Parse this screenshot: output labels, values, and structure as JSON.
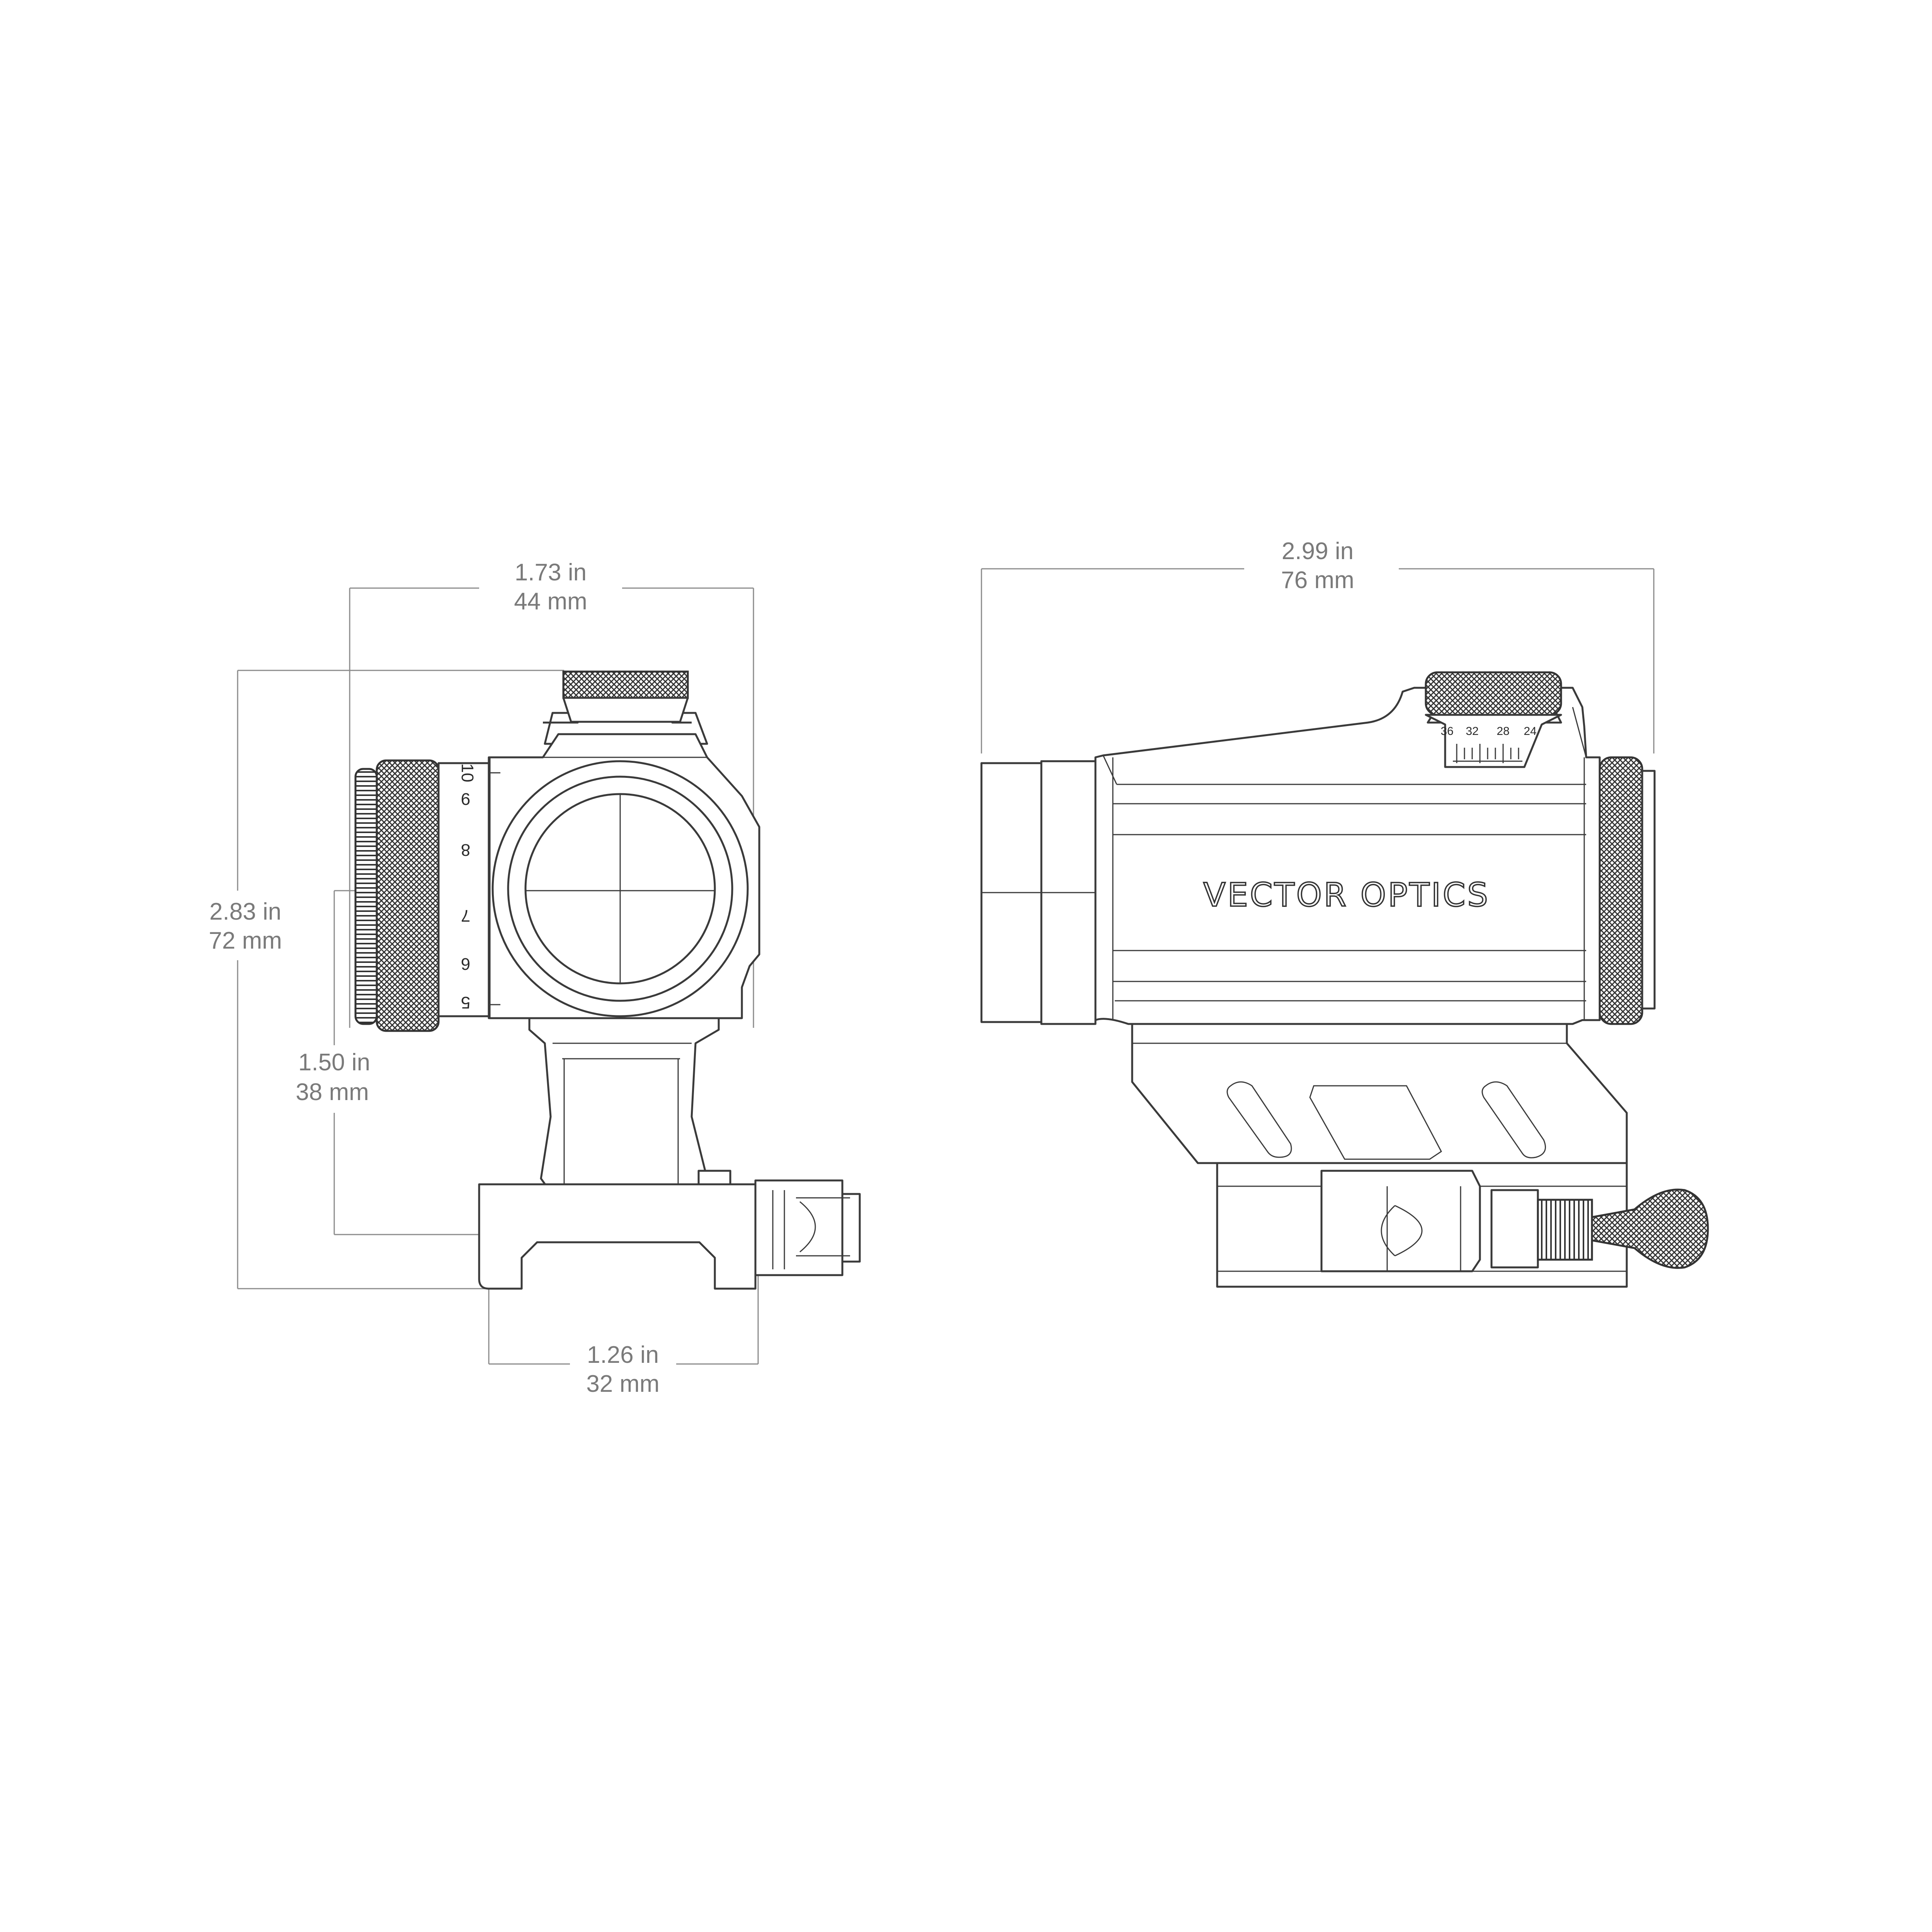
{
  "dimensions": {
    "front_width": {
      "imperial": "1.73 in",
      "metric": "44 mm"
    },
    "front_height": {
      "imperial": "2.83 in",
      "metric": "72 mm"
    },
    "optical_axis_height": {
      "imperial": "1.50 in",
      "metric": "38 mm"
    },
    "mount_width": {
      "imperial": "1.26 in",
      "metric": "32 mm"
    },
    "side_length": {
      "imperial": "2.99 in",
      "metric": "76 mm"
    }
  },
  "front_view": {
    "brightness_dial_numbers": [
      "10",
      "9",
      "8",
      "7",
      "6",
      "5"
    ]
  },
  "side_view": {
    "brand_logo": "VECTOR OPTICS",
    "elevation_dial_numbers": [
      "36",
      "32",
      "28",
      "24"
    ]
  },
  "colors": {
    "line": "#3a3a3a",
    "dimension": "#8a8a8a",
    "background": "#ffffff"
  }
}
